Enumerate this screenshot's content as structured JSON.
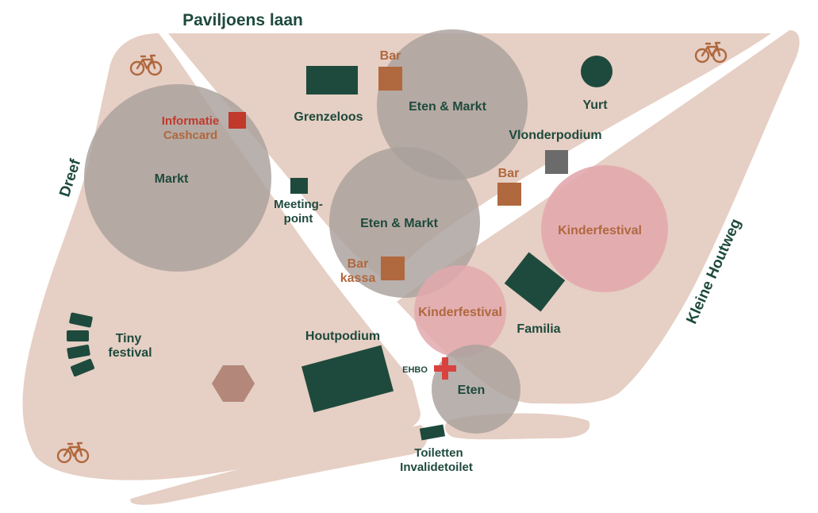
{
  "colors": {
    "ground": "#e6cfc4",
    "path": "#ffffff",
    "circle_grey": "#a9a09c",
    "circle_pink": "#e2a9ae",
    "dark_green": "#1e4a3d",
    "orange": "#b0683e",
    "red": "#c0392b",
    "grey_square": "#6b6b6b",
    "hexagon": "#b3877a"
  },
  "streets": {
    "top": "Paviljoens laan",
    "left": "Dreef",
    "right": "Kleine Houtweg"
  },
  "areas": {
    "markt": "Markt",
    "eten_markt_top": "Eten & Markt",
    "eten_markt_center": "Eten & Markt",
    "kinderfestival_right": "Kinderfestival",
    "kinderfestival_center": "Kinderfestival",
    "eten": "Eten"
  },
  "points": {
    "informatie": "Informatie",
    "cashcard": "Cashcard",
    "grenzeloos": "Grenzeloos",
    "bar_top": "Bar",
    "yurt": "Yurt",
    "vlonderpodium": "Vlonderpodium",
    "bar_right": "Bar",
    "meeting_line1": "Meeting-",
    "meeting_line2": "point",
    "bar_kassa_line1": "Bar",
    "bar_kassa_line2": "kassa",
    "familia": "Familia",
    "tiny_line1": "Tiny",
    "tiny_line2": "festival",
    "houtpodium": "Houtpodium",
    "ehbo": "EHBO",
    "toiletten": "Toiletten",
    "invalidetoilet": "Invalidetoilet"
  },
  "icons": [
    "bicycle-icon",
    "first-aid-cross-icon"
  ]
}
